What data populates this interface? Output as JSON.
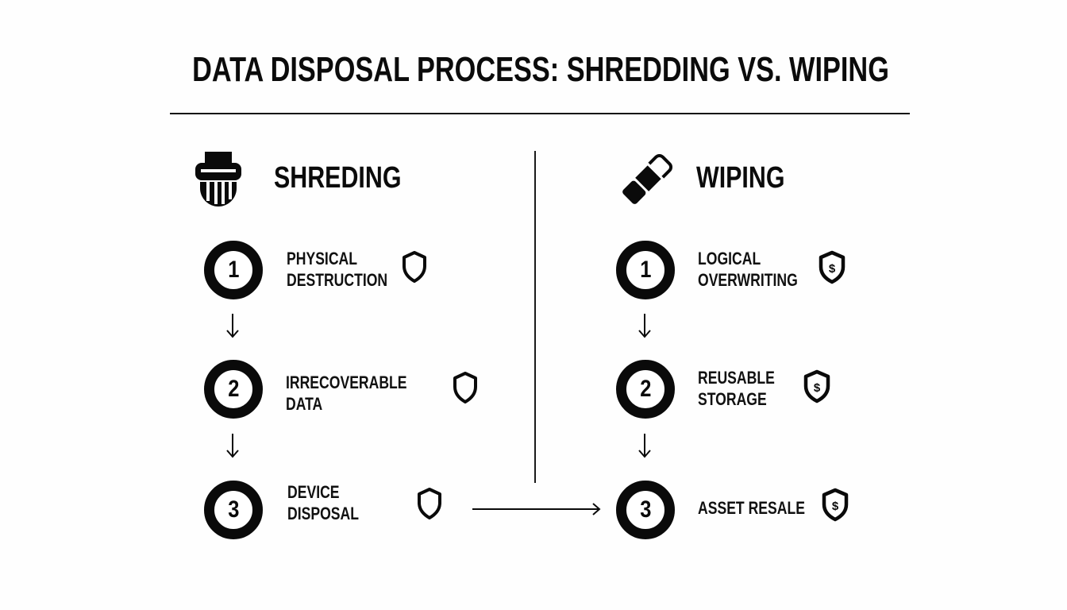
{
  "title": "DATA DISPOSAL PROCESS: SHREDDING VS. WIPING",
  "colors": {
    "ink": "#0a0a0a",
    "background": "#fefefe"
  },
  "left_column": {
    "heading": "SHREDING",
    "heading_icon": "paper-shredder-icon",
    "step_icon": "shield-outline-icon",
    "steps": [
      {
        "number": "1",
        "label": "PHYSICAL\nDESTRUCTION"
      },
      {
        "number": "2",
        "label": "IRRECOVERABLE\nDATA"
      },
      {
        "number": "3",
        "label": "DEVICE\nDISPOSAL"
      }
    ]
  },
  "right_column": {
    "heading": "WIPING",
    "heading_icon": "eraser-icon",
    "step_icon": "shield-dollar-icon",
    "steps": [
      {
        "number": "1",
        "label": "LOGICAL\nOVERWRITING"
      },
      {
        "number": "2",
        "label": "REUSABLE\nSTORAGE"
      },
      {
        "number": "3",
        "label": "ASSET RESALE"
      }
    ]
  },
  "connectors": {
    "step_arrow": "down-arrow-icon",
    "cross_arrow": "right-arrow-icon"
  }
}
